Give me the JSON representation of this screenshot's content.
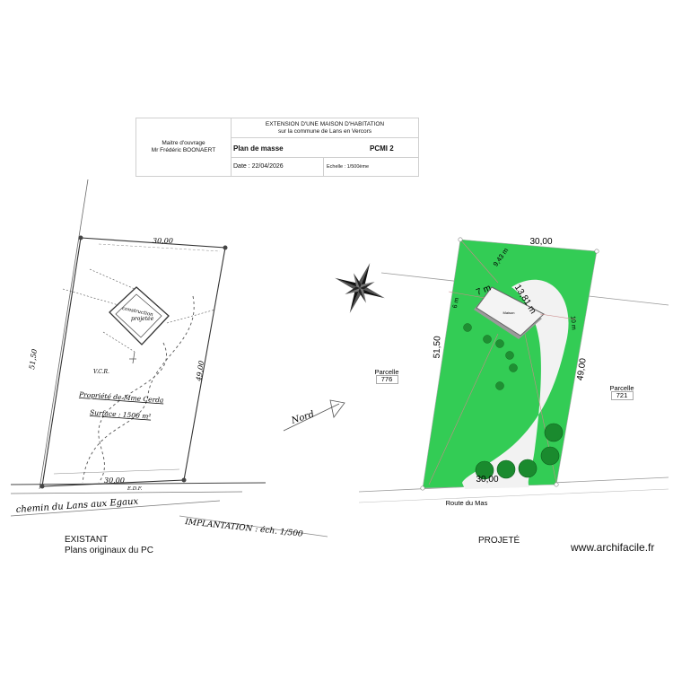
{
  "title_block": {
    "owner_role": "Maitre d'ouvrage",
    "owner_name": "Mr Frédéric BOONAERT",
    "project_title": "EXTENSION D'UNE MAISON D'HABITATION",
    "project_location": "sur la commune de Lans en Vercors",
    "plan_name": "Plan de masse",
    "plan_code": "PCMI 2",
    "date": "Date : 22/04/2026",
    "scale": "Echelle : 1/500ème"
  },
  "existing_sketch": {
    "top_dim": "30,00",
    "bottom_dim": "30,00",
    "left_dim": "51,50",
    "right_dim": "49,00",
    "construction_label": "construction",
    "projetee_label": "projetée",
    "vcr_label": "V.C.R.",
    "property_label": "Propriété de Mme Cerda",
    "surface_label": "Surface : 1500 m²",
    "road_label": "chemin du Lans aux Egaux",
    "edf_label": "E.D.F.",
    "implantation_label": "IMPLANTATION : éch. 1/500",
    "north_label": "Nord",
    "caption_title": "EXISTANT",
    "caption_sub": "Plans originaux du PC"
  },
  "project_plan": {
    "top_dim": "30,00",
    "bottom_dim": "30,00",
    "left_dim": "51,50",
    "right_dim": "49,00",
    "dim_943": "9,43 m",
    "dim_6m": "6 m",
    "dim_7m": "7 m",
    "dim_1381": "13,81 m",
    "dim_10m": "10 m",
    "house_label": "Maison",
    "parcel_left": "Parcelle",
    "parcel_left_num": "776",
    "parcel_right": "Parcelle",
    "parcel_right_num": "721",
    "road_label": "Route du Mas",
    "caption": "PROJETÉ",
    "lawn_color": "#33cc55"
  },
  "watermark": "www.archifacile.fr"
}
